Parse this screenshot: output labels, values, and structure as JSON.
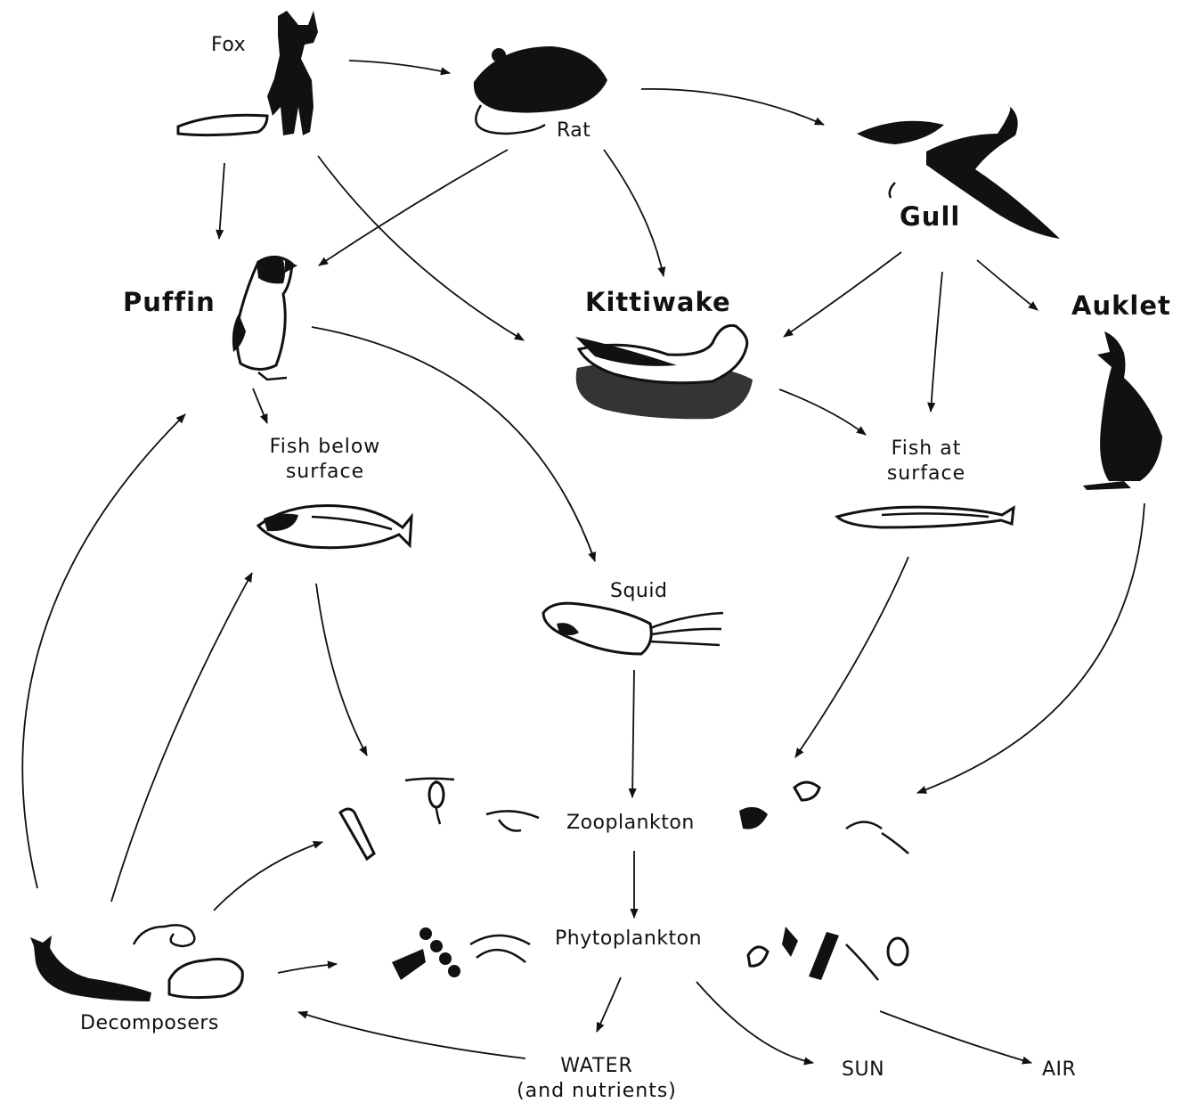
{
  "labels": {
    "fox": "Fox",
    "rat": "Rat",
    "gull": "Gull",
    "puffin": "Puffin",
    "kittiwake": "Kittiwake",
    "auklet": "Auklet",
    "fish_below_line1": "Fish below",
    "fish_below_line2": "surface",
    "fish_at_line1": "Fish at",
    "fish_at_line2": "surface",
    "squid": "Squid",
    "zooplankton": "Zooplankton",
    "phytoplankton": "Phytoplankton",
    "decomposers": "Decomposers",
    "water_line1": "WATER",
    "water_line2": "(and nutrients)",
    "sun": "SUN",
    "air": "AIR"
  },
  "links": [
    {
      "from": "Fox",
      "to": "Rat"
    },
    {
      "from": "Fox",
      "to": "Puffin"
    },
    {
      "from": "Fox",
      "to": "Kittiwake"
    },
    {
      "from": "Rat",
      "to": "Puffin"
    },
    {
      "from": "Rat",
      "to": "Kittiwake"
    },
    {
      "from": "Rat",
      "to": "Gull"
    },
    {
      "from": "Gull",
      "to": "Kittiwake"
    },
    {
      "from": "Gull",
      "to": "Fish at surface"
    },
    {
      "from": "Gull",
      "to": "Auklet"
    },
    {
      "from": "Puffin",
      "to": "Fish below surface"
    },
    {
      "from": "Puffin",
      "to": "Squid"
    },
    {
      "from": "Kittiwake",
      "to": "Fish at surface"
    },
    {
      "from": "Fish below surface",
      "to": "Zooplankton"
    },
    {
      "from": "Squid",
      "to": "Zooplankton"
    },
    {
      "from": "Fish at surface",
      "to": "Zooplankton"
    },
    {
      "from": "Auklet",
      "to": "Zooplankton"
    },
    {
      "from": "Zooplankton",
      "to": "Phytoplankton"
    },
    {
      "from": "Phytoplankton",
      "to": "WATER (and nutrients)"
    },
    {
      "from": "Phytoplankton",
      "to": "SUN"
    },
    {
      "from": "Phytoplankton",
      "to": "AIR"
    },
    {
      "from": "WATER (and nutrients)",
      "to": "Decomposers"
    },
    {
      "from": "Decomposers",
      "to": "Phytoplankton"
    },
    {
      "from": "Decomposers",
      "to": "Zooplankton"
    },
    {
      "from": "Decomposers",
      "to": "Fish below surface"
    },
    {
      "from": "Decomposers",
      "to": "Puffin"
    }
  ]
}
